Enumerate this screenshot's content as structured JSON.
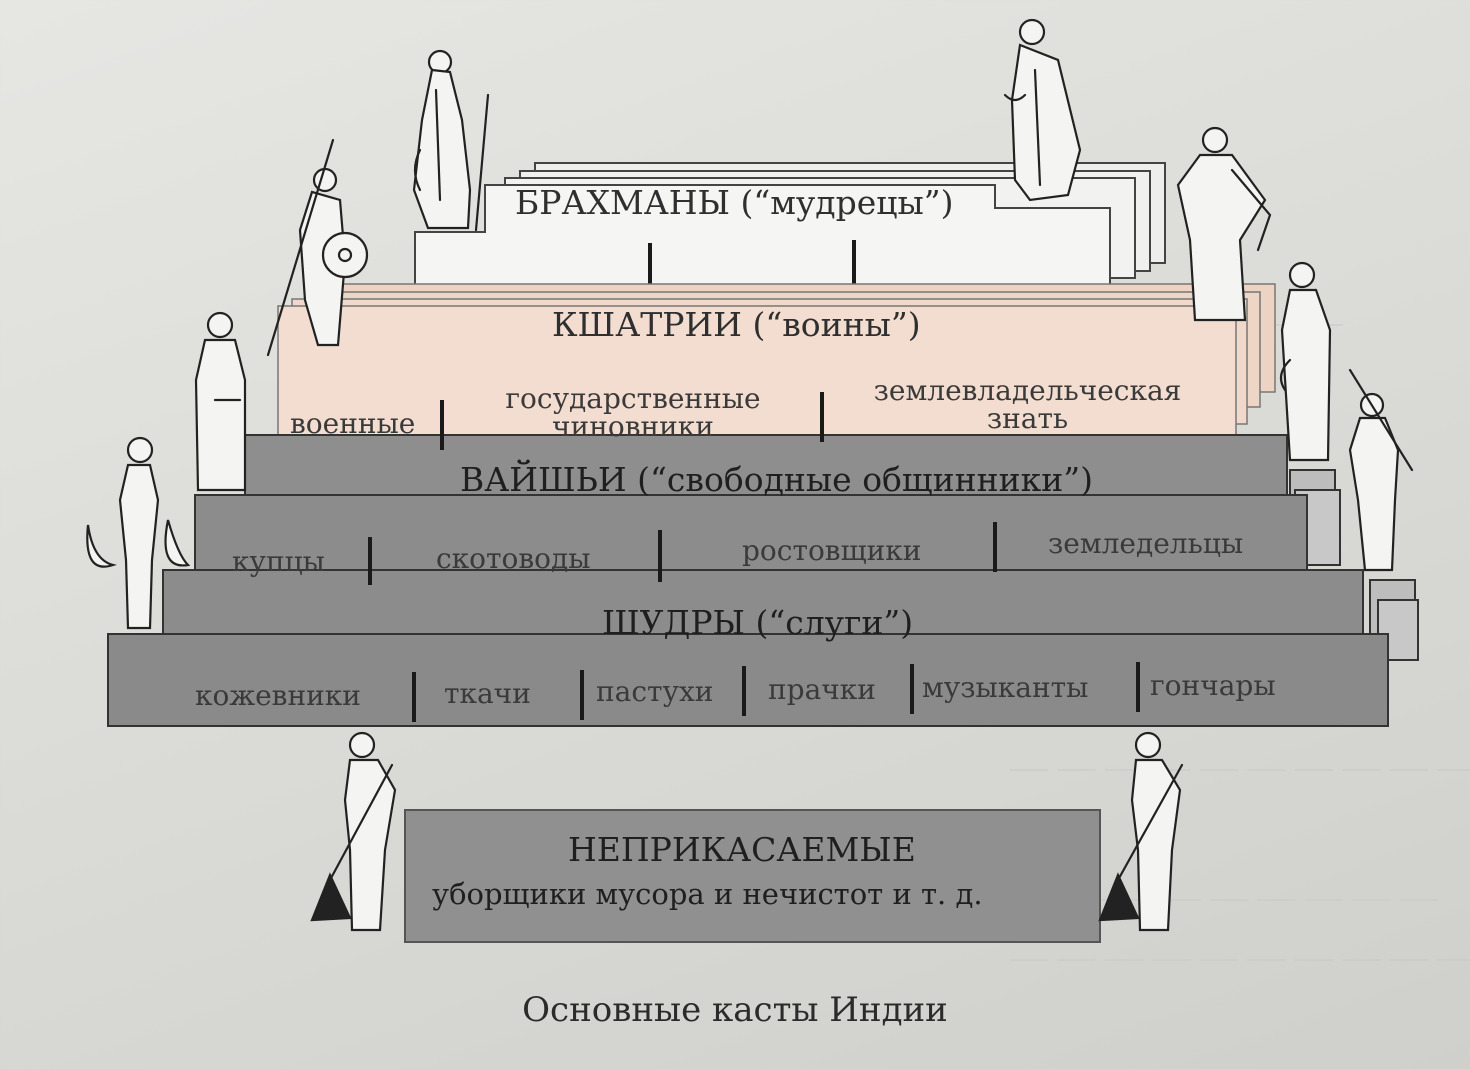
{
  "castes": {
    "brahmins": {
      "title": "БРАХМАНЫ (“мудрецы”)"
    },
    "kshatriyas": {
      "title": "КШАТРИИ (“воины”)",
      "groups": [
        "военные",
        "государственные\nчиновники",
        "землевладельческая\nзнать"
      ]
    },
    "vaishyas": {
      "title": "ВАЙШЬИ (“свободные общинники”)",
      "groups": [
        "купцы",
        "скотоводы",
        "ростовщики",
        "земледельцы"
      ]
    },
    "shudras": {
      "title": "ШУДРЫ (“слуги”)",
      "groups": [
        "кожевники",
        "ткачи",
        "пастухи",
        "прачки",
        "музыканты",
        "гончары"
      ]
    },
    "untouchables": {
      "title": "НЕПРИКАСАЕМЫЕ",
      "subtitle": "уборщики мусора и нечистот и т. д."
    }
  },
  "caption": "Основные касты Индии",
  "colors": {
    "brahmins_fill": "#f4f4f2",
    "kshatriyas_fill": "#f2ddd0",
    "vaishyas_fill": "#8e8e8e",
    "shudras_fill": "#8b8b8b",
    "untouchables_fill": "#909090"
  }
}
